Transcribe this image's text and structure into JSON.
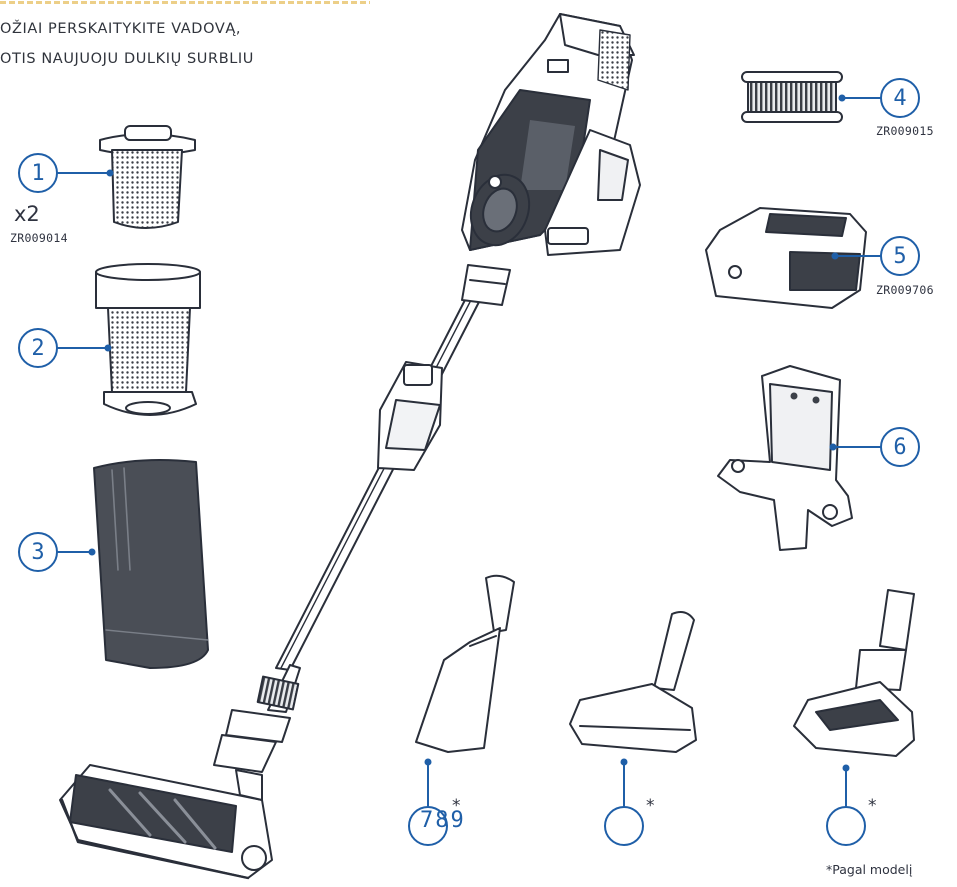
{
  "header": {
    "line1": "OŽIAI PERSKAITYKITE VADOVĄ,",
    "line2": "OTIS NAUJUOJU DULKIŲ SURBLIU"
  },
  "parts": [
    {
      "number": "1",
      "qty": "x2",
      "code": "ZR009014"
    },
    {
      "number": "2"
    },
    {
      "number": "3"
    },
    {
      "number": "4",
      "code": "ZR009015"
    },
    {
      "number": "5",
      "code": "ZR009706"
    },
    {
      "number": "6"
    },
    {
      "number": "789",
      "note": "*"
    },
    {
      "number": "",
      "note": "*"
    },
    {
      "number": "",
      "note": "*"
    }
  ],
  "footnote": "*Pagal modelį",
  "colors": {
    "accent": "#1f5fa8",
    "outline": "#2a2f3a",
    "dark_fill": "#3c4048"
  }
}
